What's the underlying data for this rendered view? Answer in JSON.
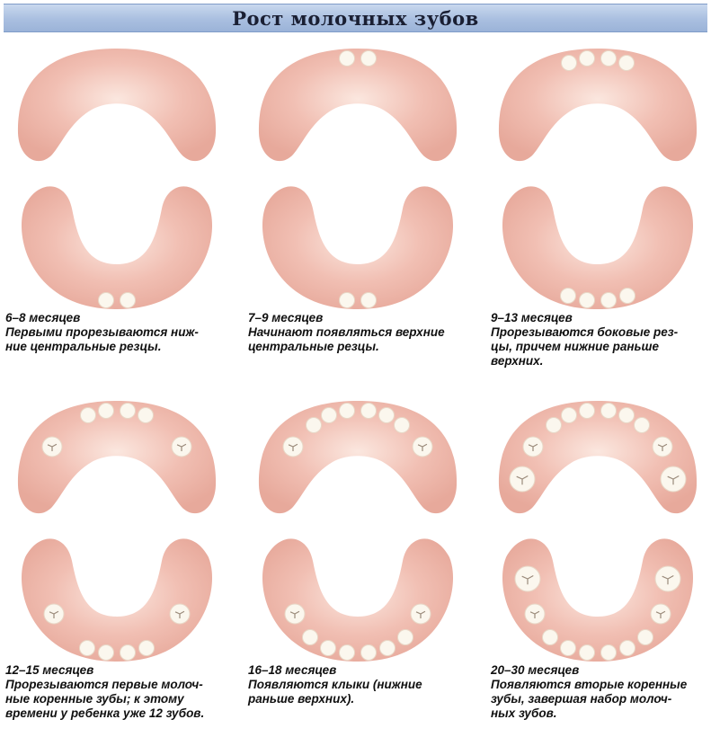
{
  "title": "Рост молочных зубов",
  "stages": [
    {
      "age": "6–8 месяцев",
      "description": "Первыми прорезываются ниж-\nние центральные резцы."
    },
    {
      "age": "7–9 месяцев",
      "description": "Начинают появляться верхние\nцентральные резцы."
    },
    {
      "age": "9–13 месяцев",
      "description": "Прорезываются боковые рез-\nцы, причем нижние раньше\nверхних."
    },
    {
      "age": "12–15 месяцев",
      "description": "Прорезываются первые молоч-\nные коренные зубы; к этому\nвремени у ребенка уже 12 зубов."
    },
    {
      "age": "16–18 месяцев",
      "description": "Появляются клыки (нижние\nраньше верхних)."
    },
    {
      "age": "20–30 месяцев",
      "description": "Появляются вторые коренные\nзубы, завершая набор молоч-\nных зубов."
    }
  ],
  "colors": {
    "gum": "#f1bfb3",
    "gum_inner": "#fbe7df",
    "tooth": "#fbf7ee",
    "title_bar": "#a9bfe0"
  }
}
